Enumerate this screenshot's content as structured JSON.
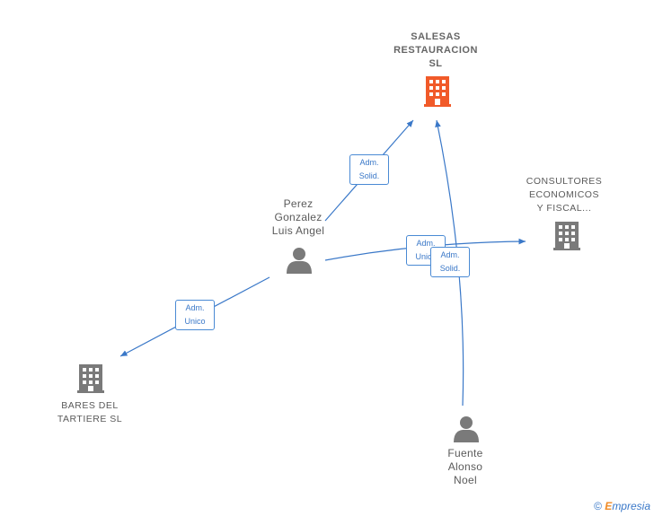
{
  "nodes": {
    "salesas": {
      "label_lines": [
        "SALESAS",
        "RESTAURACION",
        "SL"
      ],
      "type": "company",
      "color": "#f15a29",
      "icon": "building-icon"
    },
    "consultores": {
      "label_lines": [
        "CONSULTORES",
        "ECONOMICOS",
        "Y FISCAL..."
      ],
      "type": "company",
      "color": "#7a7a7a",
      "icon": "building-icon"
    },
    "bares": {
      "label_lines": [
        "BARES DEL",
        "TARTIERE SL"
      ],
      "type": "company",
      "color": "#7a7a7a",
      "icon": "building-icon"
    },
    "perez": {
      "label_lines": [
        "Perez",
        "Gonzalez",
        "Luis Angel"
      ],
      "type": "person",
      "color": "#7a7a7a",
      "icon": "person-icon"
    },
    "fuente": {
      "label_lines": [
        "Fuente",
        "Alonso",
        "Noel"
      ],
      "type": "person",
      "color": "#7a7a7a",
      "icon": "person-icon"
    }
  },
  "edges": [
    {
      "from": "perez",
      "to": "salesas",
      "label_lines": [
        "Adm.",
        "Solid."
      ]
    },
    {
      "from": "perez",
      "to": "consultores",
      "label_lines": [
        "Adm.",
        "Unico"
      ]
    },
    {
      "from": "perez",
      "to": "bares",
      "label_lines": [
        "Adm.",
        "Unico"
      ]
    },
    {
      "from": "fuente",
      "to": "salesas",
      "label_lines": [
        "Adm.",
        "Solid."
      ]
    }
  ],
  "colors": {
    "edge": "#3a78c8",
    "edge_label_border": "#4a8ad4"
  },
  "footer": {
    "copyright": "©",
    "brand_first": "E",
    "brand_rest": "mpresia"
  }
}
